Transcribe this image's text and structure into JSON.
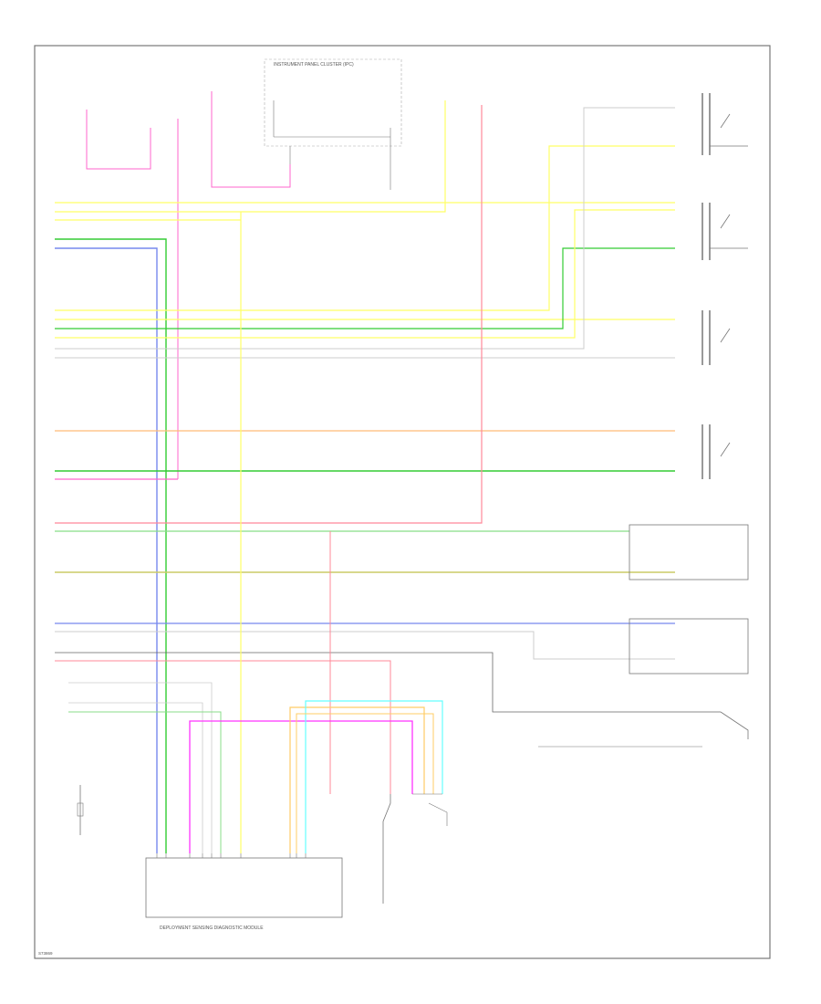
{
  "wire_colors": {
    "yellow": "#ffff66",
    "green": "#33cc33",
    "light_green": "#88dd88",
    "blue": "#7788ee",
    "pink": "#ff66cc",
    "magenta": "#ff33ff",
    "orange": "#ffcc66",
    "light_orange": "#ffbb77",
    "tan": "#cccc66",
    "cyan": "#66ffff",
    "red_pink": "#ff8899",
    "gray": "#999999",
    "black": "#333333"
  },
  "labels": {
    "page_id": "S73869",
    "main_module": "DEPLOYMENT SENSING DIAGNOSTIC MODULE",
    "cluster": "INSTRUMENT PANEL CLUSTER (IPC)"
  }
}
